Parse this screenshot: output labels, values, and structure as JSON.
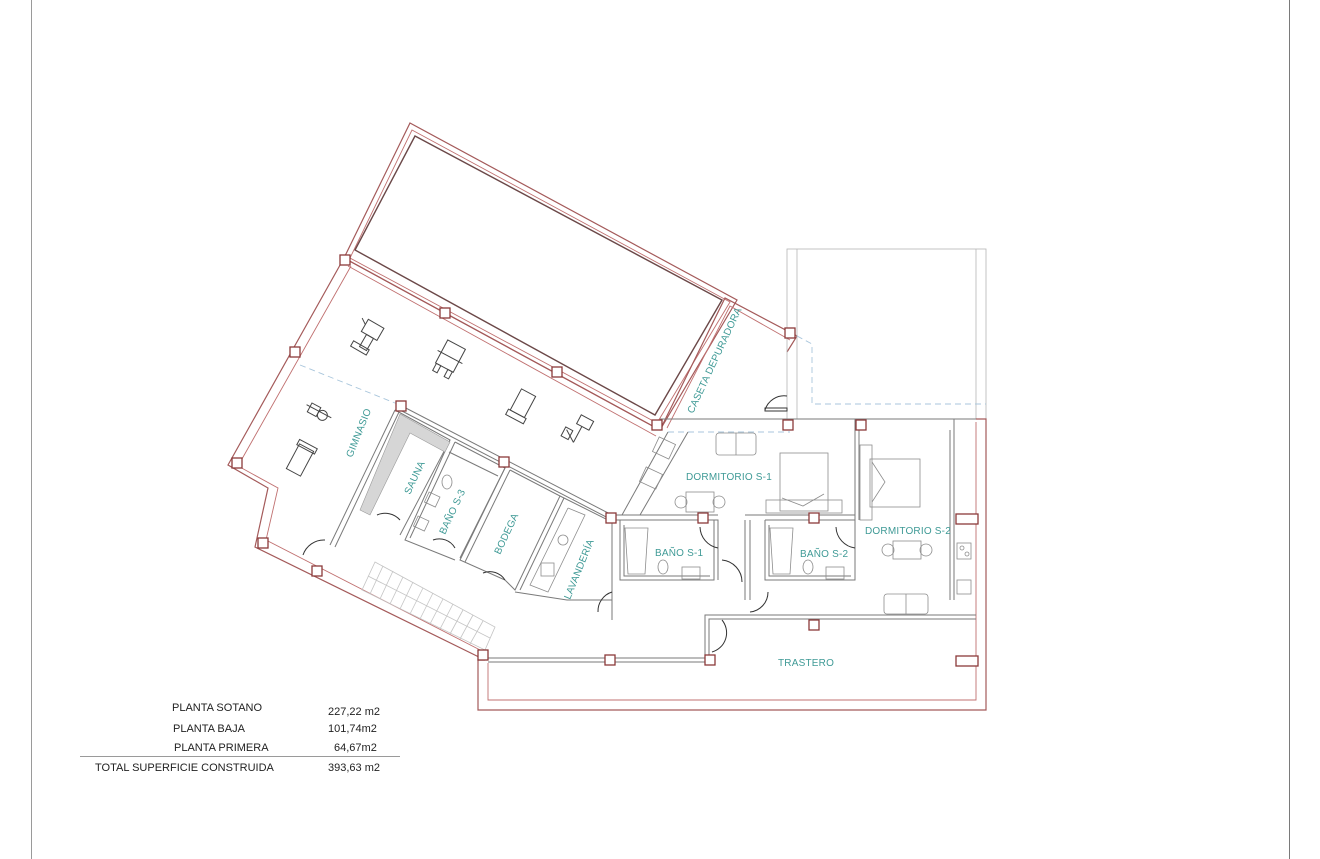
{
  "drawing": {
    "type": "architectural floor plan",
    "level": "basement (sótano)",
    "colors": {
      "wall_structure": "#a45a5a",
      "wall_interior": "#7a7a7a",
      "room_label": "#3f9a96",
      "column": "#8b3a3a",
      "reference_dashed": "#a9c6dc"
    }
  },
  "rooms": {
    "gimnasio": "GIMNASIO",
    "sauna": "SAUNA",
    "bano_s3": "BAÑO S-3",
    "bodega": "BODEGA",
    "lavanderia": "LAVANDERÍA",
    "caseta_depuradora": "CASETA DEPURADORA",
    "dormitorio_s1": "DORMITORIO S-1",
    "dormitorio_s2": "DORMITORIO S-2",
    "bano_s1": "BAÑO S-1",
    "bano_s2": "BAÑO S-2",
    "trastero": "TRASTERO"
  },
  "surface_table": {
    "rows": [
      {
        "label": "PLANTA SOTANO",
        "value": "227,22 m2"
      },
      {
        "label": "PLANTA BAJA",
        "value": "101,74m2"
      },
      {
        "label": "PLANTA PRIMERA",
        "value": "64,67m2"
      }
    ],
    "total": {
      "label": "TOTAL SUPERFICIE CONSTRUIDA",
      "value": "393,63 m2"
    }
  }
}
